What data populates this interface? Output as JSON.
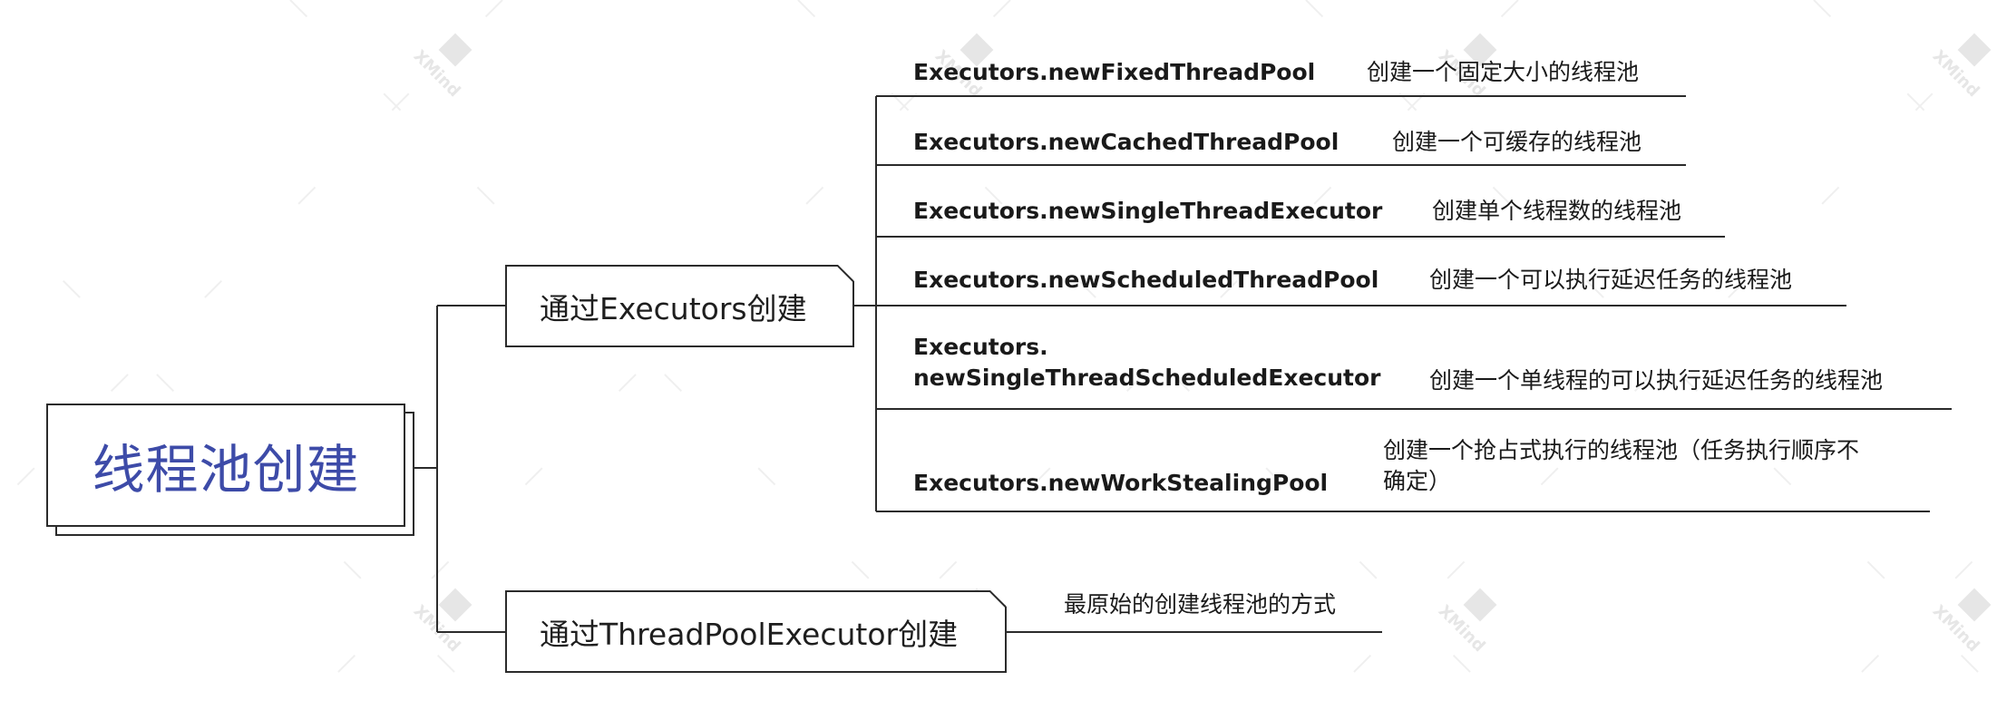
{
  "root": {
    "label": "线程池创建"
  },
  "branches": [
    {
      "label": "通过Executors创建",
      "children": [
        {
          "name": "Executors.newFixedThreadPool",
          "desc": "创建一个固定大小的线程池"
        },
        {
          "name": "Executors.newCachedThreadPool",
          "desc": "创建一个可缓存的线程池"
        },
        {
          "name": "Executors.newSingleThreadExecutor",
          "desc": "创建单个线程数的线程池"
        },
        {
          "name": "Executors.newScheduledThreadPool",
          "desc": "创建一个可以执行延迟任务的线程池"
        },
        {
          "name_line1": "Executors.",
          "name_line2": "newSingleThreadScheduledExecutor",
          "desc": "创建一个单线程的可以执行延迟任务的线程池"
        },
        {
          "name": "Executors.newWorkStealingPool",
          "desc_line1": "创建一个抢占式执行的线程池（任务执行顺序不",
          "desc_line2": "确定）"
        }
      ]
    },
    {
      "label": "通过ThreadPoolExecutor创建",
      "children": [
        {
          "desc": "最原始的创建线程池的方式"
        }
      ]
    }
  ],
  "watermark": {
    "text": "XMind",
    "icon": "xmind-diamond-icon",
    "color": "#e6e6e6"
  },
  "colors": {
    "root_text": "#3d4ba8",
    "line": "#2b2b2b"
  }
}
